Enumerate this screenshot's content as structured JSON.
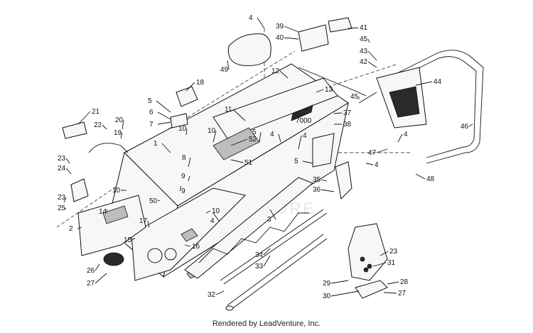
{
  "footer_text": "Rendered by LeadVenture, Inc.",
  "watermark_text": "VENTURE",
  "frame_badge_text": "7000",
  "callouts": [
    "1",
    "2",
    "3",
    "4",
    "4",
    "4",
    "4",
    "4",
    "4",
    "5",
    "5",
    "5",
    "6",
    "7",
    "8",
    "9",
    "9",
    "10",
    "10",
    "10",
    "10",
    "11",
    "12",
    "13",
    "14",
    "15",
    "16",
    "17",
    "18",
    "19",
    "20",
    "21",
    "22",
    "23",
    "23",
    "23",
    "24",
    "25",
    "26",
    "27",
    "27",
    "28",
    "29",
    "30",
    "31",
    "32",
    "33",
    "34",
    "35",
    "36",
    "37",
    "38",
    "39",
    "40",
    "41",
    "42",
    "43",
    "44",
    "45",
    "45",
    "46",
    "47",
    "48",
    "49",
    "50",
    "51",
    "52"
  ]
}
